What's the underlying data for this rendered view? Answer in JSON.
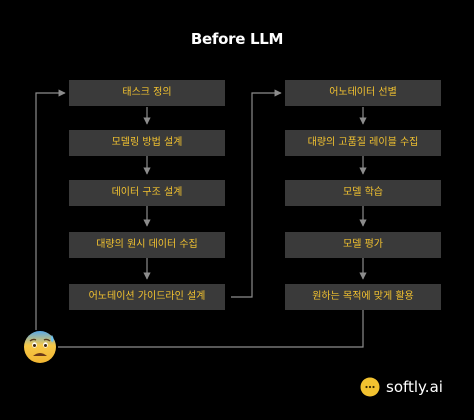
{
  "title": "Before LLM",
  "left_steps": [
    "태스크 정의",
    "모델링 방법 설계",
    "데이터 구조 설계",
    "대량의 원시 데이터 수집",
    "어노테이션 가이드라인 설계"
  ],
  "right_steps": [
    "어노테이터 선별",
    "대량의 고품질 레이블 수집",
    "모델 학습",
    "모델 평가",
    "원하는 목적에 맞게 활용"
  ],
  "emoji": "anxious-sweat-face-icon",
  "brand": {
    "name": "softly.ai",
    "icon": "chat-bubble-logo-icon"
  },
  "colors": {
    "background": "#000000",
    "box": "#3a3a3a",
    "box_text": "#f2c230",
    "arrow": "#8c8c8c",
    "title": "#ffffff"
  }
}
